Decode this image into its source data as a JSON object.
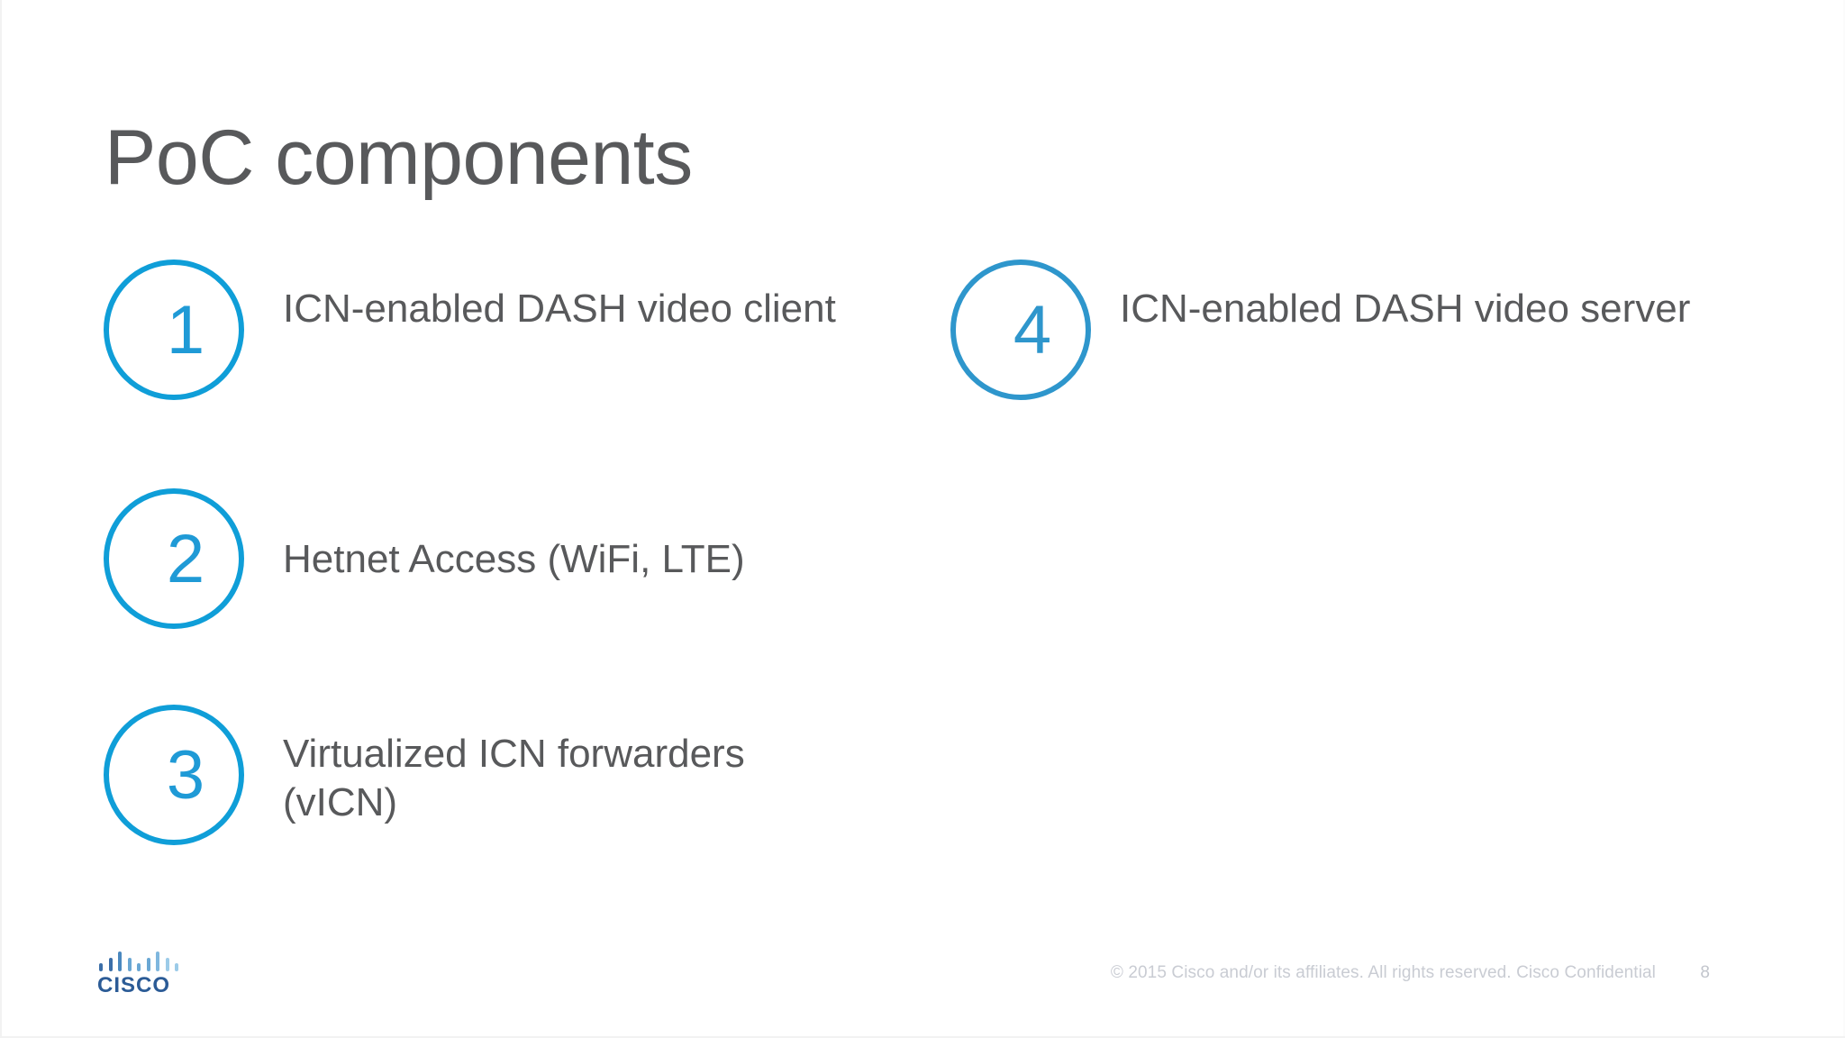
{
  "slide": {
    "title": "PoC components",
    "accent_color": "#0f9ed8",
    "accent_color_alt": "#2e96cc",
    "text_color": "#58595b",
    "background_color": "#ffffff"
  },
  "components": {
    "left_column": [
      {
        "number": "1",
        "label": "ICN-enabled DASH video client"
      },
      {
        "number": "2",
        "label": "Hetnet Access (WiFi, LTE)"
      },
      {
        "number": "3",
        "label": "Virtualized ICN forwarders (vICN)"
      }
    ],
    "right_column": [
      {
        "number": "4",
        "label": "ICN-enabled DASH video server"
      }
    ]
  },
  "footer": {
    "logo_wordmark": "CISCO",
    "copyright": "© 2015  Cisco and/or its affiliates. All rights reserved.   Cisco Confidential",
    "page_number": "8"
  }
}
